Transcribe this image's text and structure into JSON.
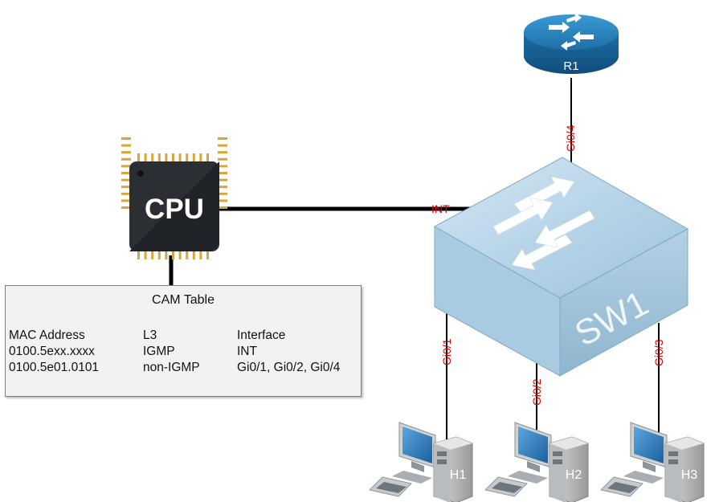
{
  "devices": {
    "router": {
      "label": "R1"
    },
    "switch": {
      "label": "SW1"
    },
    "cpu": {
      "label": "CPU"
    },
    "hosts": [
      {
        "label": "H1"
      },
      {
        "label": "H2"
      },
      {
        "label": "H3"
      }
    ]
  },
  "ports": {
    "router_link": "Gi0/4",
    "cpu_link": "INT",
    "h1_link": "Gi0/1",
    "h2_link": "Gi0/2",
    "h3_link": "Gi0/3"
  },
  "cam_table": {
    "title": "CAM Table",
    "headers": [
      "MAC Address",
      "L3",
      "Interface"
    ],
    "rows": [
      [
        "0100.5exx.xxxx",
        "IGMP",
        "INT"
      ],
      [
        "0100.5e01.0101",
        "non-IGMP",
        "Gi0/1, Gi0/2, Gi0/4"
      ]
    ]
  },
  "colors": {
    "port_label": "#e00000",
    "router": "#2a86c3",
    "switch": "#9bbfd6",
    "cpu_body": "#2b2f33",
    "cpu_pins": "#d9a43a"
  },
  "icons": [
    "router-icon",
    "switch-icon",
    "cpu-icon",
    "computer-icon"
  ]
}
